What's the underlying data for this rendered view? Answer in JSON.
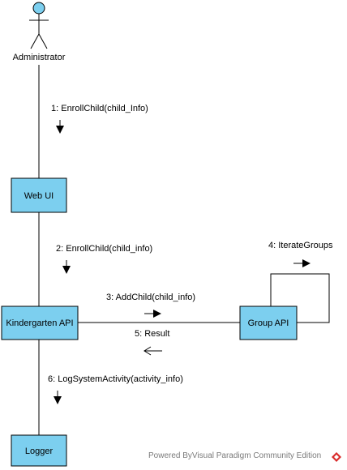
{
  "diagram": {
    "type": "communication-diagram",
    "actor": {
      "label": "Administrator"
    },
    "objects": {
      "web_ui": "Web UI",
      "kindergarten_api": "Kindergarten API",
      "group_api": "Group API",
      "logger": "Logger"
    },
    "messages": [
      {
        "label": "1: EnrollChild(child_Info)"
      },
      {
        "label": "2: EnrollChild(child_info)"
      },
      {
        "label": "3: AddChild(child_info)"
      },
      {
        "label": "4: IterateGroups"
      },
      {
        "label": "5: Result"
      },
      {
        "label": "6: LogSystemActivity(activity_info)"
      }
    ],
    "colors": {
      "box_fill": "#7ccfef",
      "actor_head": "#7ccfef",
      "line": "#000000",
      "watermark_logo": "#d92b2b"
    }
  },
  "footer": {
    "watermark": "Powered By\u0005Visual Paradigm Community Edition"
  }
}
